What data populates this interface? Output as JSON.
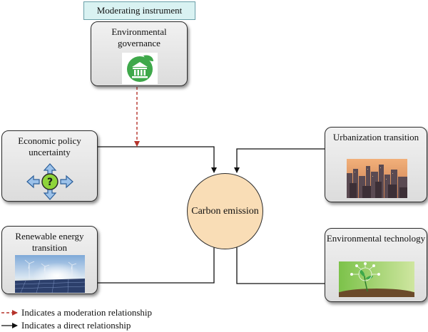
{
  "moderating_label": "Moderating instrument",
  "nodes": {
    "environmental_governance": "Environmental governance",
    "economic_policy_uncertainty": "Economic policy uncertainty",
    "renewable_energy_transition": "Renewable energy transition",
    "urbanization_transition": "Urbanization transition",
    "environmental_technology": "Environmental technology",
    "carbon_emission": "Carbon emission"
  },
  "icons": {
    "governance": "green-bank-icon",
    "uncertainty": "question-arrows-icon",
    "renewable": "solar-wind-photo",
    "urbanization": "city-skyline-photo",
    "technology": "sprout-tech-photo"
  },
  "legend": {
    "moderation": "Indicates a moderation relationship",
    "direct": "Indicates a direct relationship"
  },
  "colors": {
    "moderation_arrow": "#b5332b",
    "direct_arrow": "#111111",
    "carbon_fill": "#f9ddb6",
    "tag_fill": "#d9f2f2"
  }
}
